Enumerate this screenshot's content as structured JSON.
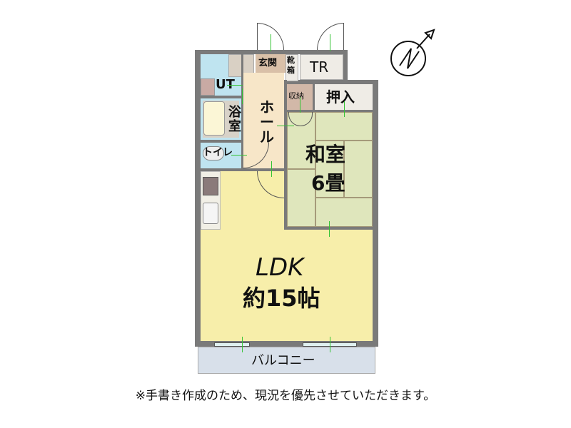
{
  "floorplan": {
    "rooms": {
      "genkan": "玄関",
      "getabako": "靴\n箱",
      "tr": "TR",
      "ut": "UT",
      "bath": "浴\n室",
      "hall": "ホ\nー\nル",
      "toilet": "トイレ",
      "storage": "収納",
      "oshiire": "押入",
      "washitsu_name": "和室",
      "washitsu_size": "6畳",
      "ldk_name": "LDK",
      "ldk_size": "約15帖",
      "balcony": "バルコニー"
    },
    "compass": {
      "icon": "north-arrow-icon",
      "letter": "N"
    },
    "colors": {
      "wall": "#7a7a7a",
      "ldk": "#f7eeaa",
      "washitsu": "#dfe6bc",
      "hall": "#f7e6c8",
      "wet_area": "#bfe4f0",
      "storage": "#d2b8a8",
      "closet": "#efece6",
      "balcony": "#d8e0ea"
    }
  },
  "footer": {
    "note": "※手書き作成のため、現況を優先させていただきます。"
  }
}
